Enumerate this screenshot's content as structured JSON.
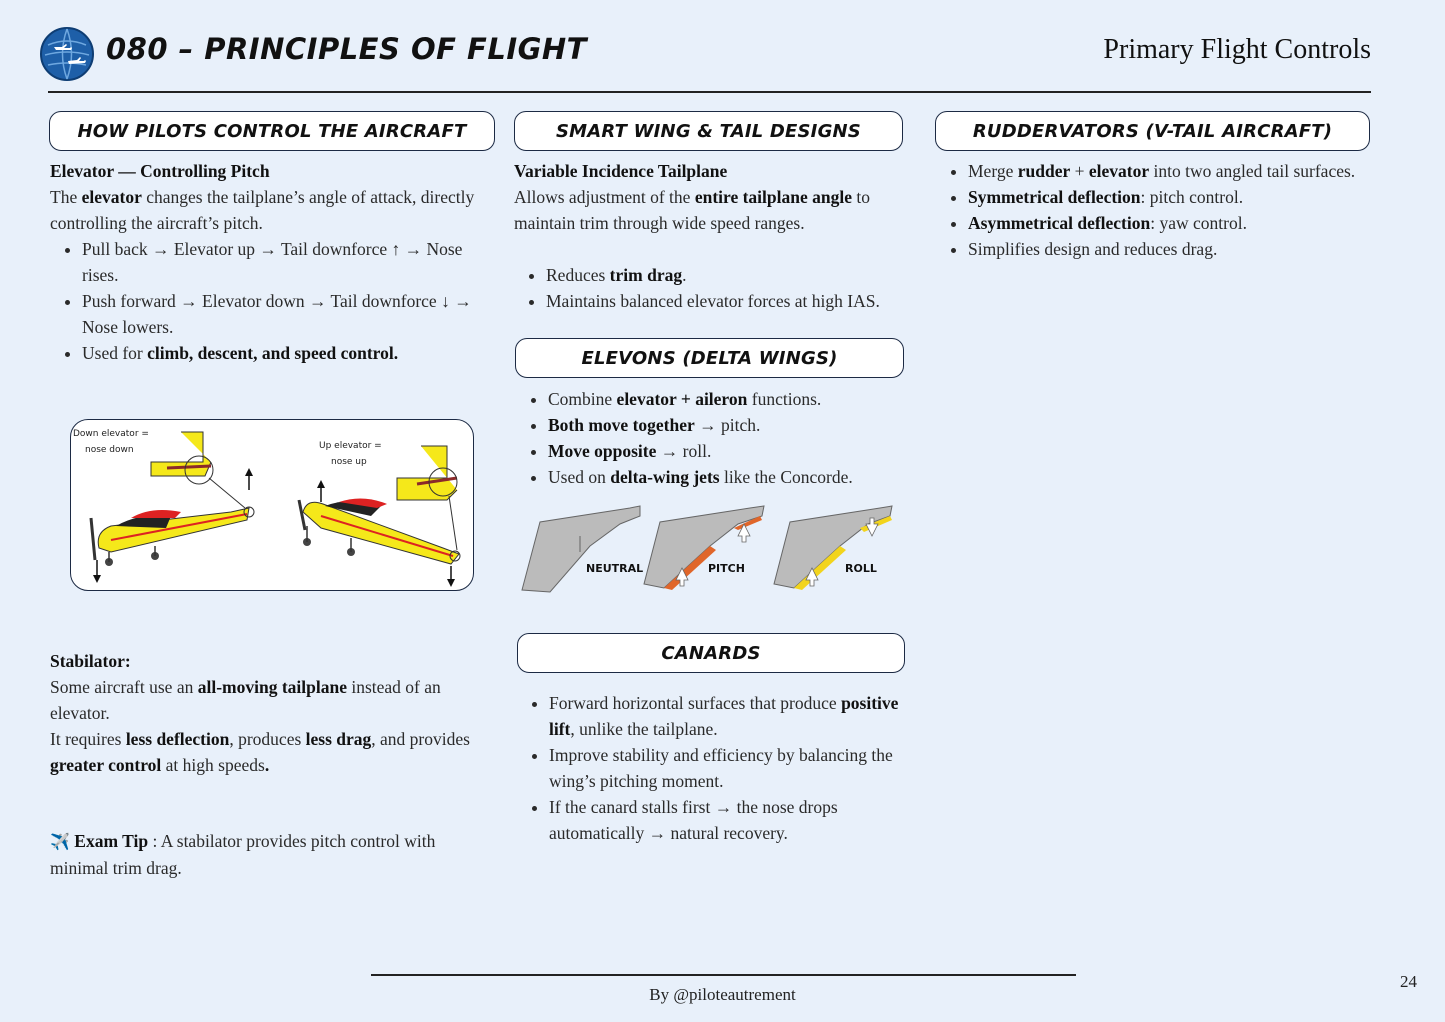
{
  "header": {
    "doc_title": "080 – Principles of Flight",
    "chapter_title": "Primary Flight Controls",
    "logo_icon": "globe-airplane-icon"
  },
  "col1": {
    "heading": "How Pilots Control the Aircraft",
    "elevator": {
      "title": "Elevator — Controlling Pitch",
      "intro_pre": "The ",
      "intro_bold": "elevator",
      "intro_post": " changes the tailplane’s angle of attack, directly controlling the aircraft’s pitch.",
      "bullets": [
        "Pull back → Elevator up → Tail downforce ↑ → Nose rises.",
        "Push forward → Elevator down → Tail downforce ↓ → Nose lowers."
      ],
      "used_pre": "Used for ",
      "used_bold": "climb, descent, and speed control."
    },
    "figure": {
      "label_down_1": "Down elevator =",
      "label_down_2": "nose down",
      "label_up_1": "Up elevator =",
      "label_up_2": "nose up"
    },
    "stabilator": {
      "title": "Stabilator:",
      "l1_pre": " Some aircraft use an ",
      "l1_bold": "all-moving tailplane",
      "l1_post": " instead of an elevator.",
      "l2_pre": " It requires ",
      "l2_b1": "less deflection",
      "l2_mid1": ", produces ",
      "l2_b2": "less drag",
      "l2_mid2": ", and provides ",
      "l2_b3": "greater control",
      "l2_post": " at high speeds",
      "l2_end": "."
    },
    "tip": {
      "emoji": "✈️",
      "label": "Exam Tip",
      "text": " : A stabilator provides pitch control with minimal trim drag."
    }
  },
  "col2": {
    "heading": "Smart Wing & Tail Designs",
    "vit": {
      "title": "Variable Incidence Tailplane",
      "l_pre": "Allows adjustment of the ",
      "l_bold": "entire tailplane angle",
      "l_post": " to maintain trim through wide speed ranges.",
      "b1_pre": "Reduces ",
      "b1_bold": "trim drag",
      "b1_post": ".",
      "b2": "Maintains balanced elevator forces at high IAS."
    },
    "elevons": {
      "heading": "Elevons (Delta Wings)",
      "b1_pre": "Combine ",
      "b1_bold": "elevator + aileron",
      "b1_post": " functions.",
      "b2_bold": "Both move together",
      "b2_post": " → pitch.",
      "b3_bold": "Move opposite",
      "b3_post": " → roll.",
      "b4_pre": " Used on ",
      "b4_bold": "delta-wing jets",
      "b4_post": " like the Concorde.",
      "fig_labels": [
        "NEUTRAL",
        "PITCH",
        "ROLL"
      ]
    },
    "canards": {
      "heading": "Canards",
      "b1_pre": "Forward horizontal surfaces that produce ",
      "b1_bold": "positive lift",
      "b1_post": ", unlike the tailplane.",
      "b2": "Improve stability and efficiency by balancing the wing’s pitching moment.",
      "b3": "If the canard stalls first → the nose drops automatically → natural recovery."
    }
  },
  "col3": {
    "heading": "Ruddervators (V-Tail Aircraft)",
    "b1_pre": "Merge ",
    "b1_b1": "rudder",
    "b1_mid": " + ",
    "b1_b2": "elevator",
    "b1_post": " into two angled tail surfaces.",
    "b2_bold": "Symmetrical deflection",
    "b2_post": ": pitch control.",
    "b3_bold": "Asymmetrical deflection",
    "b3_post": ": yaw control.",
    "b4": "Simplifies design and reduces drag."
  },
  "footer": {
    "author": "By @piloteautrement",
    "page_number": "24"
  }
}
